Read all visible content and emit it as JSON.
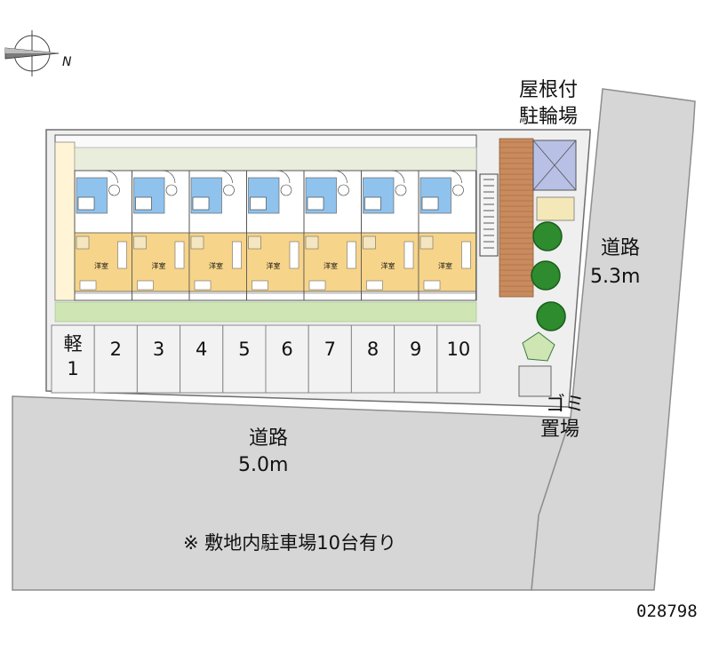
{
  "labels": {
    "roofed_bicycle_parking": [
      "屋根付",
      "駐輪場"
    ],
    "road_east": [
      "道路",
      "5.3m"
    ],
    "road_south": [
      "道路",
      "5.0m"
    ],
    "garbage_area": [
      "ゴミ",
      "置場"
    ],
    "parking_note": "※ 敷地内駐車場10台有り",
    "property_code": "028798",
    "compass_letter": "N"
  },
  "parking_spaces": [
    {
      "label": "軽",
      "sub": "1"
    },
    {
      "label": "2",
      "sub": ""
    },
    {
      "label": "3",
      "sub": ""
    },
    {
      "label": "4",
      "sub": ""
    },
    {
      "label": "5",
      "sub": ""
    },
    {
      "label": "6",
      "sub": ""
    },
    {
      "label": "7",
      "sub": ""
    },
    {
      "label": "8",
      "sub": ""
    },
    {
      "label": "9",
      "sub": ""
    },
    {
      "label": "10",
      "sub": ""
    }
  ],
  "unit_room_label": "洋室",
  "unit_count": 7,
  "colors": {
    "road": "#d6d6d6",
    "road_edge": "#9a9a9a",
    "site": "#efefef",
    "unit_floor": "#f6d48a",
    "wet_area": "#8fc3ee",
    "hallway": "#e8eddc",
    "grass": "#cfe6b4",
    "roof_bike": "#b8c0e6",
    "brick": "#c98b5e",
    "tree": "#2e8b2e"
  }
}
